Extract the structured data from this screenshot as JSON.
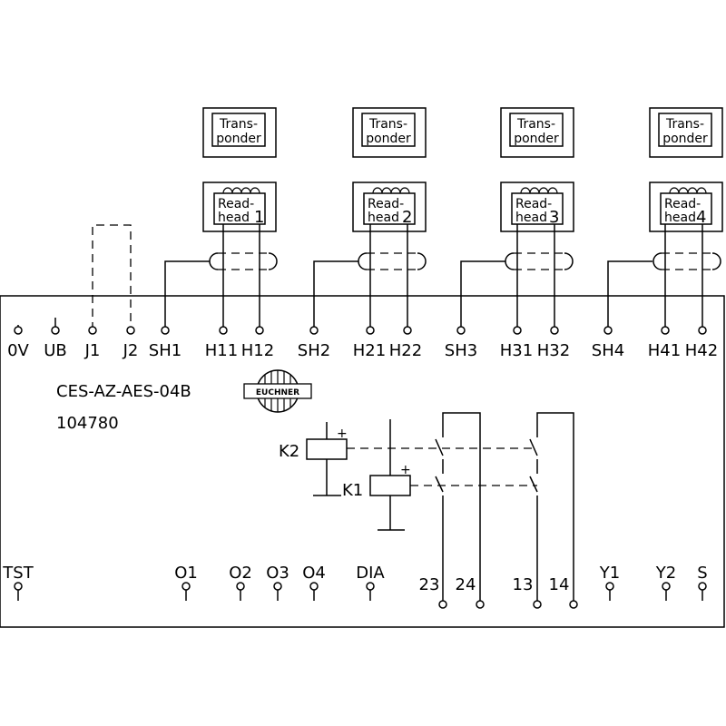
{
  "device": {
    "model": "CES-AZ-AES-04B",
    "order_number": "104780",
    "logo_text": "EUCHNER"
  },
  "readheads": [
    {
      "transponder_line1": "Trans-",
      "transponder_line2": "ponder",
      "readhead_line1": "Read-",
      "readhead_line2": "head",
      "number": "1"
    },
    {
      "transponder_line1": "Trans-",
      "transponder_line2": "ponder",
      "readhead_line1": "Read-",
      "readhead_line2": "head",
      "number": "2"
    },
    {
      "transponder_line1": "Trans-",
      "transponder_line2": "ponder",
      "readhead_line1": "Read-",
      "readhead_line2": "head",
      "number": "3"
    },
    {
      "transponder_line1": "Trans-",
      "transponder_line2": "ponder",
      "readhead_line1": "Read-",
      "readhead_line2": "head",
      "number": "4"
    }
  ],
  "top_terminals": [
    "0V",
    "UB",
    "J1",
    "J2",
    "SH1",
    "H11",
    "H12",
    "SH2",
    "H21",
    "H22",
    "SH3",
    "H31",
    "H32",
    "SH4",
    "H41",
    "H42"
  ],
  "bottom_terminals": [
    "TST",
    "O1",
    "O2",
    "O3",
    "O4",
    "DIA",
    "23",
    "24",
    "13",
    "14",
    "Y1",
    "Y2",
    "S"
  ],
  "relays": {
    "k2": {
      "label": "K2",
      "polarity": "+"
    },
    "k1": {
      "label": "K1",
      "polarity": "+"
    }
  }
}
